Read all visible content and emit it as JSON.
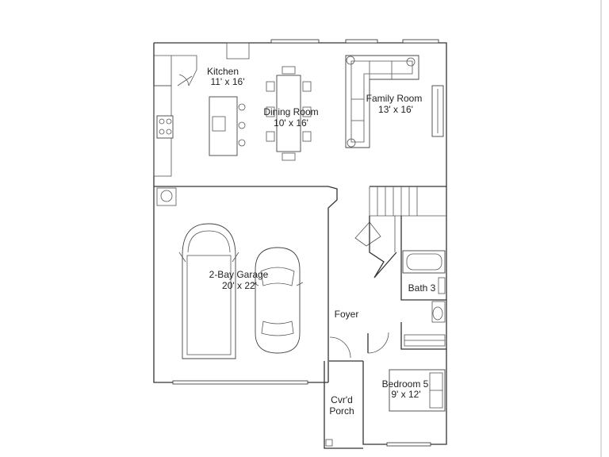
{
  "rooms": {
    "kitchen": {
      "name": "Kitchen",
      "size": "11' x 16'"
    },
    "dining": {
      "name": "Dining Room",
      "size": "10' x 16'"
    },
    "family": {
      "name": "Family Room",
      "size": "13' x 16'"
    },
    "garage": {
      "name": "2-Bay Garage",
      "size": "20' x 22'"
    },
    "bath": {
      "name": "Bath 3"
    },
    "foyer": {
      "name": "Foyer"
    },
    "bedroom": {
      "name": "Bedroom 5",
      "size": "9' x 12'"
    },
    "porch": {
      "line1": "Cvr'd",
      "line2": "Porch"
    }
  },
  "icons": [
    "range-icon",
    "dining-table-icon",
    "sectional-sofa-icon",
    "tv-icon",
    "van-icon",
    "car-icon",
    "stairs-icon",
    "bathtub-icon",
    "toilet-icon",
    "bed-icon",
    "water-heater-icon"
  ]
}
